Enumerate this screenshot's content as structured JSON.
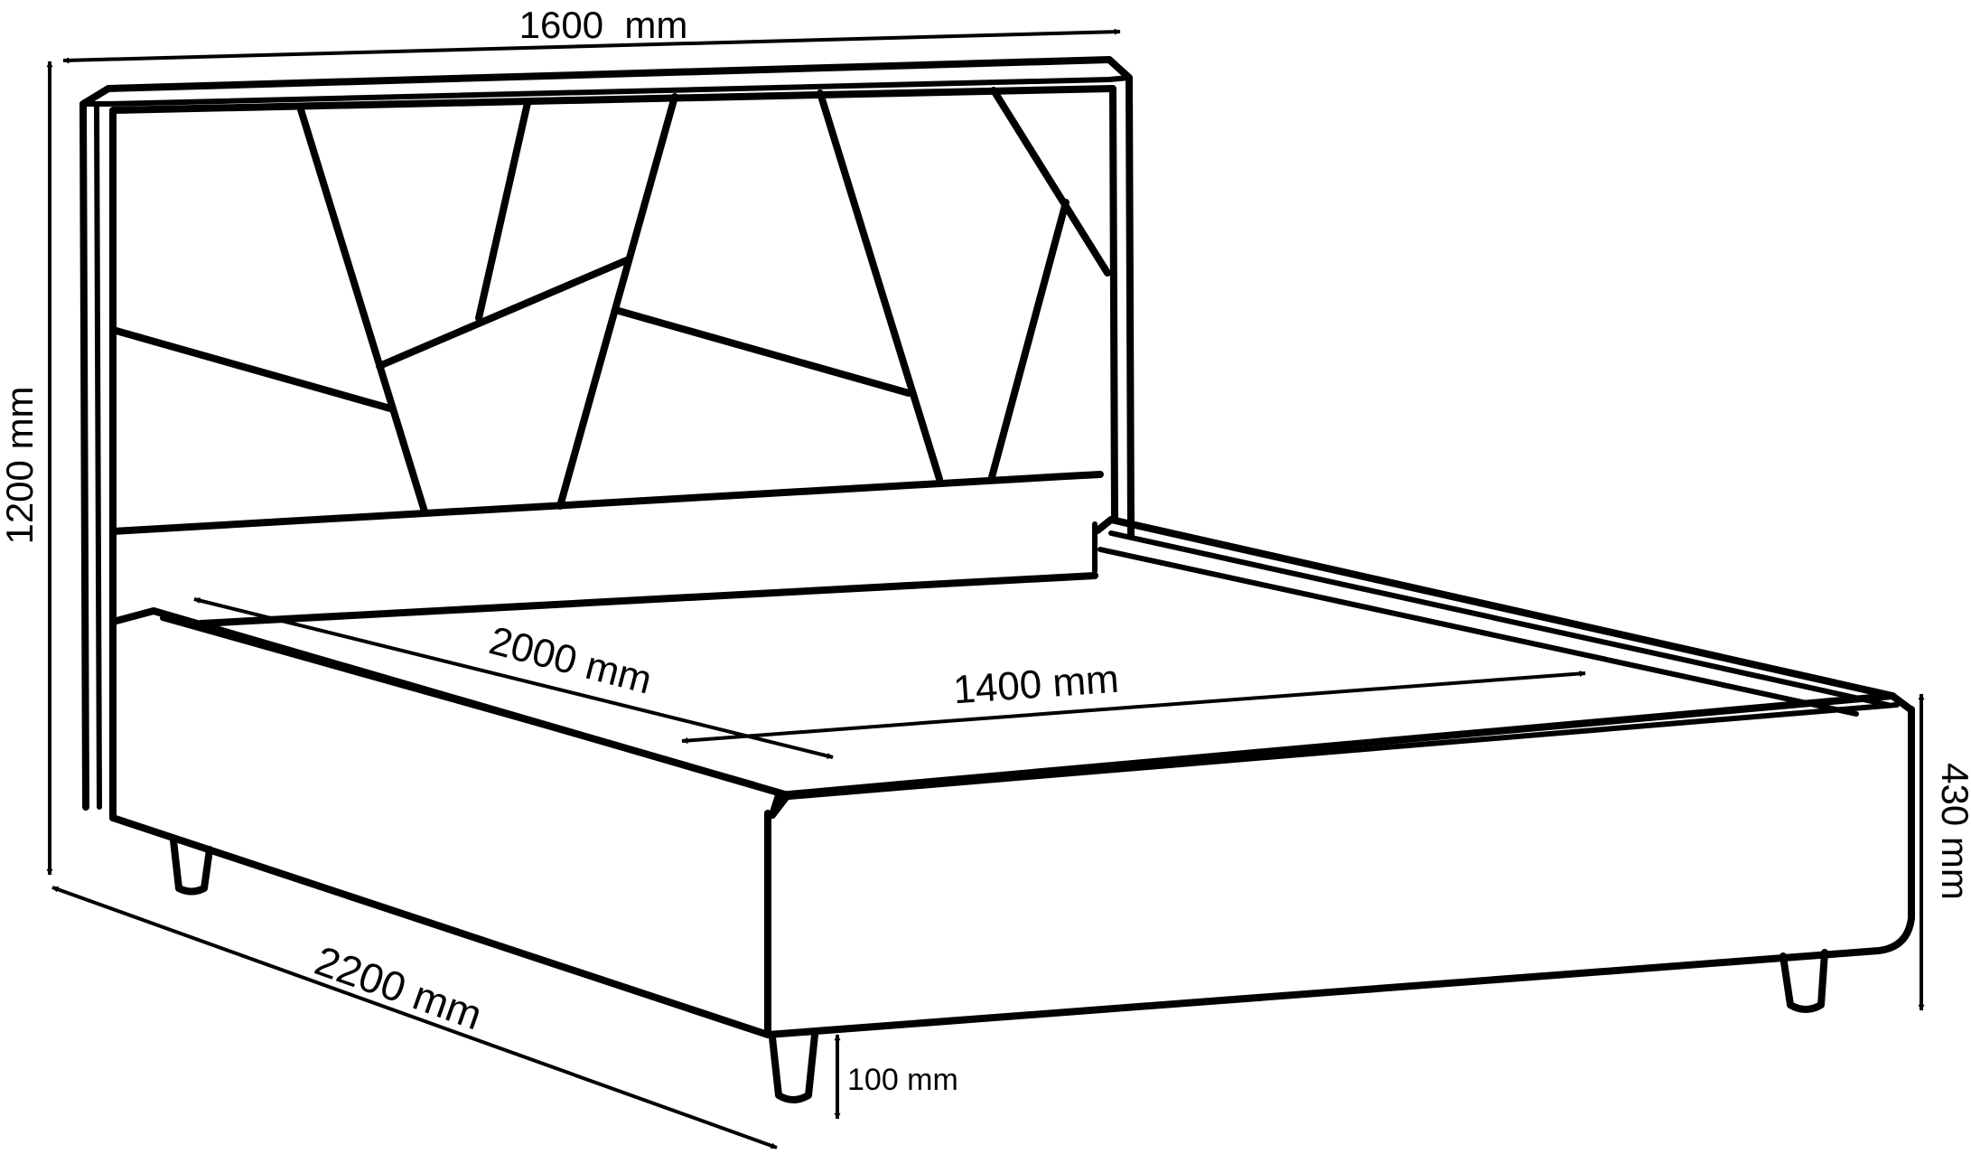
{
  "dimensions": {
    "headboard_width": "1600  mm",
    "headboard_height": "1200 mm",
    "mattress_length": "2000 mm",
    "mattress_width": "1400 mm",
    "total_length": "2200 mm",
    "frame_height": "430 mm",
    "leg_height": "100 mm"
  },
  "colors": {
    "line": "#000000",
    "background": "#ffffff"
  }
}
